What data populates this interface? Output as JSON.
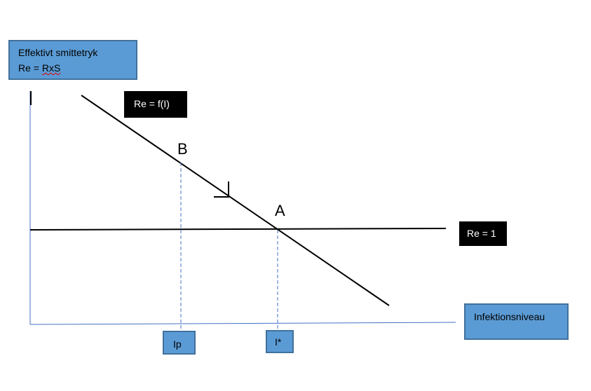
{
  "title_box": {
    "line1": "Effektivt smittetryk",
    "line2_prefix": "Re = ",
    "line2_term": "RxS"
  },
  "curve_label": "Re = f(I)",
  "threshold_label": "Re = 1",
  "x_axis_label": "Infektionsniveau",
  "points": {
    "B": "B",
    "A": "A"
  },
  "x_markers": {
    "ip": "Ip",
    "istar": "I*"
  },
  "colors": {
    "box_fill": "#5b9bd5",
    "box_border": "#41719c",
    "axis": "#4472c4"
  }
}
